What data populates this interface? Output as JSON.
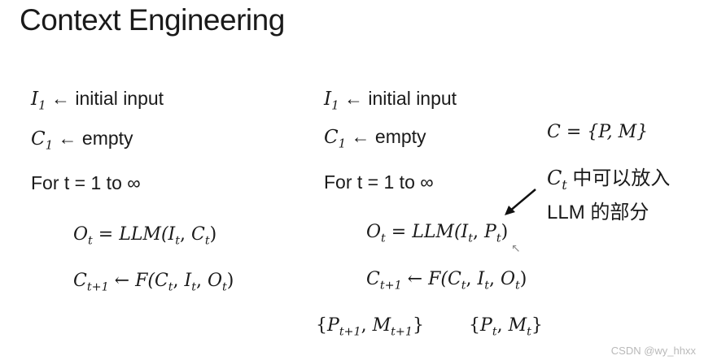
{
  "title": "Context Engineering",
  "left": {
    "l1_var": "I",
    "l1_sub": "1",
    "l1_text": "← initial input",
    "l2_var": "C",
    "l2_sub": "1",
    "l2_text": "← empty",
    "l3_text": "For t = 1 to ∞",
    "o_var": "O",
    "o_sub": "t",
    "o_eq": " = LLM(",
    "o_a": "I",
    "o_a_sub": "t",
    "o_b": "C",
    "o_b_sub": "t",
    "c_var": "C",
    "c_sub": "t+1",
    "c_eq": " ← F(",
    "c_a": "C",
    "c_a_sub": "t",
    "c_b": "I",
    "c_b_sub": "t",
    "c_c": "O",
    "c_c_sub": "t"
  },
  "right": {
    "l1_var": "I",
    "l1_sub": "1",
    "l1_text": "← initial input",
    "l2_var": "C",
    "l2_sub": "1",
    "l2_text": "← empty",
    "l3_text": "For t = 1 to ∞",
    "o_var": "O",
    "o_sub": "t",
    "o_eq": " = LLM(",
    "o_a": "I",
    "o_a_sub": "t",
    "o_b": "P",
    "o_b_sub": "t",
    "c_var": "C",
    "c_sub": "t+1",
    "c_eq": " ← F(",
    "c_a": "C",
    "c_a_sub": "t",
    "c_b": "I",
    "c_b_sub": "t",
    "c_c": "O",
    "c_c_sub": "t",
    "set_def": "C = {P, M}",
    "note_var": "C",
    "note_sub": "t",
    "note_line1": " 中可以放入",
    "note_line2": "LLM 的部分",
    "set_next_p": "P",
    "set_next_p_sub": "t+1",
    "set_next_m": "M",
    "set_next_m_sub": "t+1",
    "set_cur_p": "P",
    "set_cur_p_sub": "t",
    "set_cur_m": "M",
    "set_cur_m_sub": "t"
  },
  "watermark": "CSDN @wy_hhxx"
}
